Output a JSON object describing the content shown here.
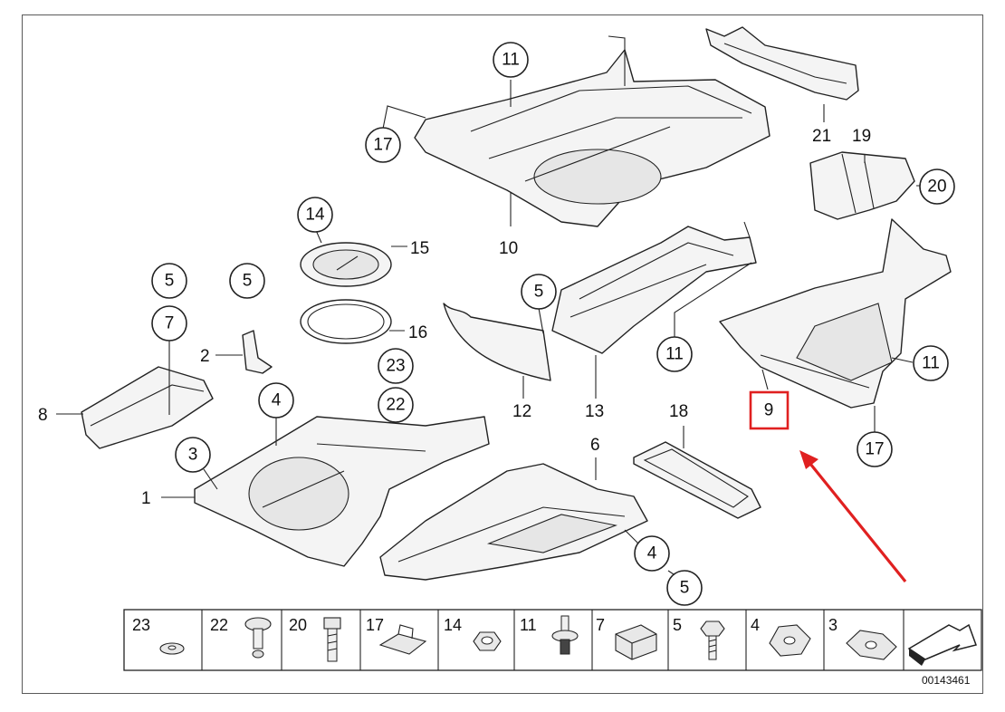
{
  "callouts": [
    {
      "id": "c11a",
      "label": "11"
    },
    {
      "id": "c17a",
      "label": "17"
    },
    {
      "id": "c10",
      "label": "10"
    },
    {
      "id": "c21",
      "label": "21"
    },
    {
      "id": "c19",
      "label": "19"
    },
    {
      "id": "c20",
      "label": "20"
    },
    {
      "id": "c14",
      "label": "14"
    },
    {
      "id": "c15",
      "label": "15"
    },
    {
      "id": "c16",
      "label": "16"
    },
    {
      "id": "c5a",
      "label": "5"
    },
    {
      "id": "c7",
      "label": "7"
    },
    {
      "id": "c5b",
      "label": "5"
    },
    {
      "id": "c2",
      "label": "2"
    },
    {
      "id": "c8",
      "label": "8"
    },
    {
      "id": "c5c",
      "label": "5"
    },
    {
      "id": "c12",
      "label": "12"
    },
    {
      "id": "c13",
      "label": "13"
    },
    {
      "id": "c11b",
      "label": "11"
    },
    {
      "id": "c11c",
      "label": "11"
    },
    {
      "id": "c9",
      "label": "9"
    },
    {
      "id": "c17b",
      "label": "17"
    },
    {
      "id": "c23",
      "label": "23"
    },
    {
      "id": "c22",
      "label": "22"
    },
    {
      "id": "c4a",
      "label": "4"
    },
    {
      "id": "c3",
      "label": "3"
    },
    {
      "id": "c1",
      "label": "1"
    },
    {
      "id": "c6",
      "label": "6"
    },
    {
      "id": "c18",
      "label": "18"
    },
    {
      "id": "c4b",
      "label": "4"
    },
    {
      "id": "c5d",
      "label": "5"
    }
  ],
  "legend": [
    "23",
    "22",
    "20",
    "17",
    "14",
    "11",
    "7",
    "5",
    "4",
    "3"
  ],
  "document_number": "00143461",
  "highlight": {
    "label": "9",
    "color": "#e02020"
  },
  "colors": {
    "arrow": "#e02020",
    "line": "#222222"
  }
}
